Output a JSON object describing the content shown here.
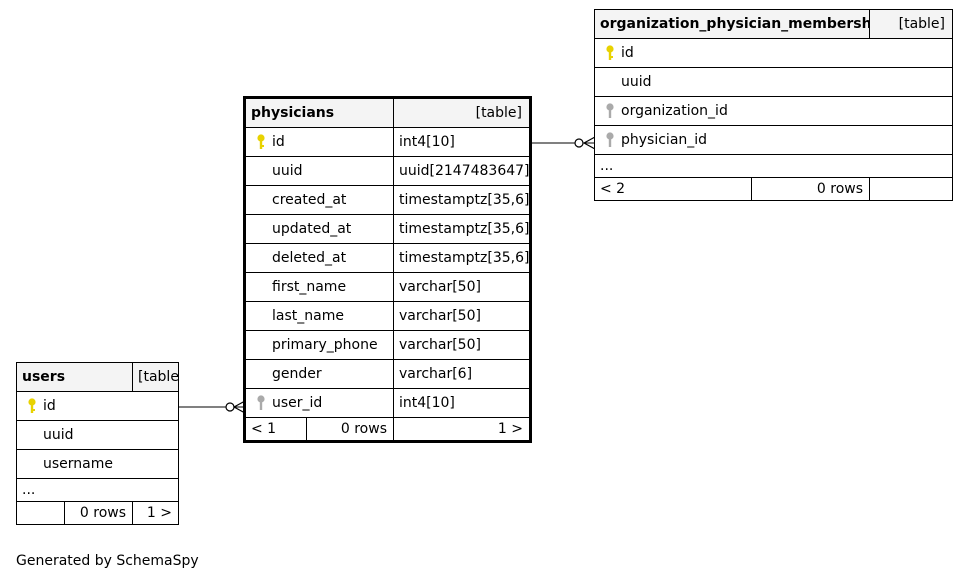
{
  "footer_text": "Generated by SchemaSpy",
  "colors": {
    "pk_key": "#e8d200",
    "fk_key": "#aaaaaa",
    "header_bg": "#f4f4f4"
  },
  "tables": {
    "physicians": {
      "name": "physicians",
      "type": "[table]",
      "columns": [
        {
          "name": "id",
          "type": "int4[10]",
          "key": "primary"
        },
        {
          "name": "uuid",
          "type": "uuid[2147483647]",
          "key": "none"
        },
        {
          "name": "created_at",
          "type": "timestamptz[35,6]",
          "key": "none"
        },
        {
          "name": "updated_at",
          "type": "timestamptz[35,6]",
          "key": "none"
        },
        {
          "name": "deleted_at",
          "type": "timestamptz[35,6]",
          "key": "none"
        },
        {
          "name": "first_name",
          "type": "varchar[50]",
          "key": "none"
        },
        {
          "name": "last_name",
          "type": "varchar[50]",
          "key": "none"
        },
        {
          "name": "primary_phone",
          "type": "varchar[50]",
          "key": "none"
        },
        {
          "name": "gender",
          "type": "varchar[6]",
          "key": "none"
        },
        {
          "name": "user_id",
          "type": "int4[10]",
          "key": "foreign"
        }
      ],
      "footer": {
        "parents": "< 1",
        "rows": "0 rows",
        "children": "1 >"
      }
    },
    "org_memberships": {
      "name": "organization_physician_memberships",
      "type": "[table]",
      "columns": [
        {
          "name": "id",
          "key": "primary"
        },
        {
          "name": "uuid",
          "key": "none"
        },
        {
          "name": "organization_id",
          "key": "foreign"
        },
        {
          "name": "physician_id",
          "key": "foreign"
        }
      ],
      "ellipsis": "...",
      "footer": {
        "parents": "< 2",
        "rows": "0 rows",
        "children": ""
      }
    },
    "users": {
      "name": "users",
      "type": "[table]",
      "columns": [
        {
          "name": "id",
          "key": "primary"
        },
        {
          "name": "uuid",
          "key": "none"
        },
        {
          "name": "username",
          "key": "none"
        }
      ],
      "ellipsis": "...",
      "footer": {
        "parents": "",
        "rows": "0 rows",
        "children": "1 >"
      }
    }
  }
}
